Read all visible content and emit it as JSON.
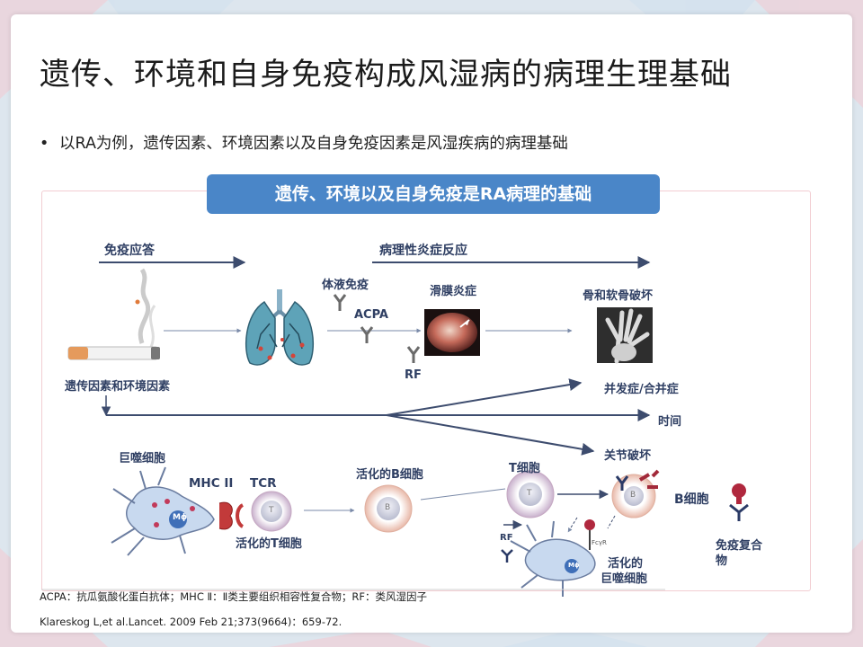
{
  "slide": {
    "title": "遗传、环境和自身免疫构成风湿病的病理生理基础",
    "bullet": "以RA为例，遗传因素、环境因素以及自身免疫因素是风湿疾病的病理基础",
    "header": "遗传、环境以及自身免疫是RA病理的基础",
    "footnote": "ACPA：抗瓜氨酸化蛋白抗体；MHC Ⅱ：Ⅱ类主要组织相容性复合物；RF：类风湿因子",
    "citation": "Klareskog L,et al.Lancet. 2009 Feb 21;373(9664)：659-72."
  },
  "diagram": {
    "immune_response": "免疫应答",
    "pathologic_inflammation": "病理性炎症反应",
    "humoral_immunity": "体液免疫",
    "acpa": "ACPA",
    "rf": "RF",
    "synovitis": "滑膜炎症",
    "bone_cartilage": "骨和软骨破坏",
    "genetic_env": "遗传因素和环境因素",
    "complications": "并发症/合并症",
    "time": "时间",
    "joint_destruction": "关节破坏",
    "macrophage": "巨噬细胞",
    "mhc2": "MHC II",
    "tcr": "TCR",
    "mphi": "Mϕ",
    "t_letter": "T",
    "b_letter": "B",
    "activated_t": "活化的T细胞",
    "activated_b": "活化的B细胞",
    "t_cell": "T细胞",
    "b_cell": "B细胞",
    "rf_small": "RF",
    "fcyr": "FcγR",
    "activated_macrophage_1": "活化的",
    "activated_macrophage_2": "巨噬细胞",
    "immune_complex_1": "免疫复合",
    "immune_complex_2": "物"
  },
  "colors": {
    "header": "#4a86c8",
    "arrow": "#3d4c6e",
    "label": "#2f3f63",
    "frame": "#f2cdd2"
  }
}
